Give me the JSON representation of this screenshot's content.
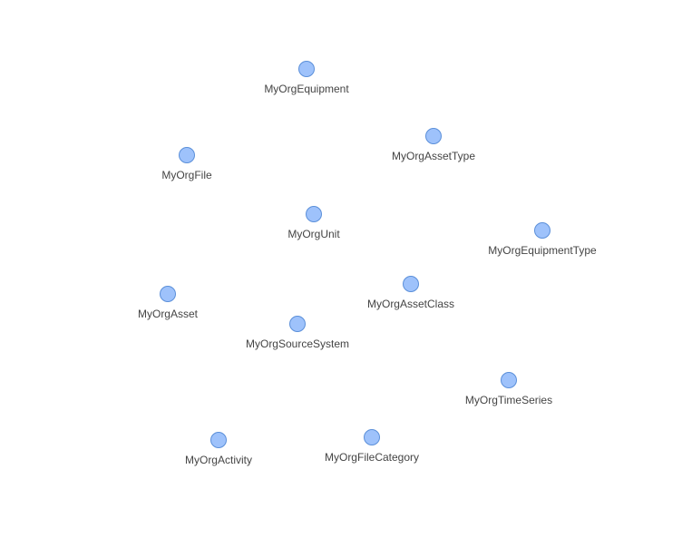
{
  "graph": {
    "node_color": "#9ec2fb",
    "node_border_color": "#5b8fd9",
    "label_color": "#444444",
    "nodes": [
      {
        "id": "equipment",
        "label": "MyOrgEquipment"
      },
      {
        "id": "asset-type",
        "label": "MyOrgAssetType"
      },
      {
        "id": "file",
        "label": "MyOrgFile"
      },
      {
        "id": "unit",
        "label": "MyOrgUnit"
      },
      {
        "id": "equipment-type",
        "label": "MyOrgEquipmentType"
      },
      {
        "id": "asset",
        "label": "MyOrgAsset"
      },
      {
        "id": "asset-class",
        "label": "MyOrgAssetClass"
      },
      {
        "id": "source-system",
        "label": "MyOrgSourceSystem"
      },
      {
        "id": "time-series",
        "label": "MyOrgTimeSeries"
      },
      {
        "id": "activity",
        "label": "MyOrgActivity"
      },
      {
        "id": "file-category",
        "label": "MyOrgFileCategory"
      }
    ]
  }
}
